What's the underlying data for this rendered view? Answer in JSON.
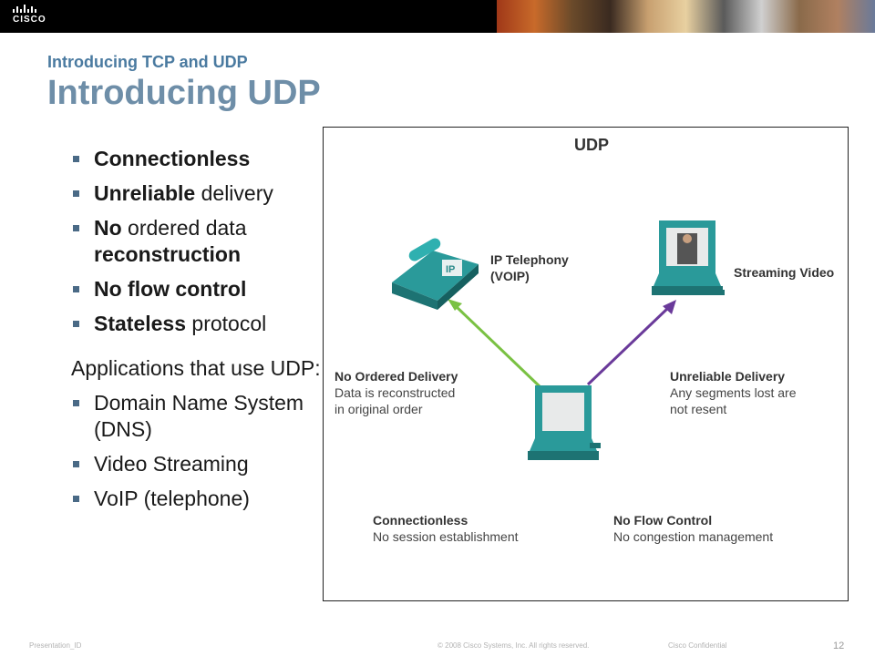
{
  "header": {
    "brand": "CISCO"
  },
  "slide": {
    "subtitle": "Introducing TCP and UDP",
    "title": "Introducing UDP"
  },
  "bullets": [
    {
      "bold": "Connectionless",
      "rest": ""
    },
    {
      "bold": "Unreliable",
      "rest": " delivery"
    },
    {
      "bold": "No",
      "rest": " ordered data ",
      "bold2": "reconstruction"
    },
    {
      "bold": "No flow control",
      "rest": ""
    },
    {
      "bold": "Stateless",
      "rest": " protocol"
    }
  ],
  "apps_heading": "Applications that use UDP:",
  "apps": [
    "Domain Name System (DNS)",
    "Video Streaming",
    "VoIP (telephone)"
  ],
  "figure": {
    "title": "UDP",
    "phone_label_1": "IP Telephony",
    "phone_label_2": "(VOIP)",
    "phone_badge": "IP",
    "video_label": "Streaming Video",
    "nod_title": "No Ordered Delivery",
    "nod_line1": "Data is reconstructed",
    "nod_line2": "in original order",
    "ud_title": "Unreliable Delivery",
    "ud_line1": "Any segments lost are",
    "ud_line2": "not resent",
    "cl_title": "Connectionless",
    "cl_line": "No session establishment",
    "nfc_title": "No Flow Control",
    "nfc_line": "No congestion management",
    "colors": {
      "green_arrow": "#7ac143",
      "purple_arrow": "#6a3a9a",
      "device": "#2a9a9a"
    }
  },
  "footer": {
    "left": "Presentation_ID",
    "copyright": "© 2008 Cisco Systems, Inc. All rights reserved.",
    "confidential": "Cisco Confidential",
    "page": "12"
  }
}
